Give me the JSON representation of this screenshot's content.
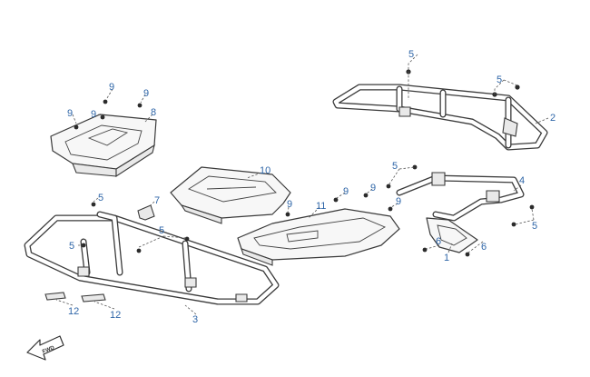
{
  "diagram": {
    "callouts": {
      "c5a": "5",
      "c5b": "5",
      "c2": "2",
      "c9a": "9",
      "c9b": "9",
      "c9c": "9",
      "c9d": "9",
      "c8": "8",
      "c10": "10",
      "c7": "7",
      "c5c": "5",
      "c5d": "5",
      "c5e": "5",
      "c11": "11",
      "c9e": "9",
      "c9f": "9",
      "c9g": "9",
      "c9h": "9",
      "c5f": "5",
      "c4": "4",
      "c5g": "5",
      "c6a": "6",
      "c1": "1",
      "c6b": "6",
      "c12a": "12",
      "c12b": "12",
      "c3": "3"
    },
    "fwd_label": "FWD"
  }
}
